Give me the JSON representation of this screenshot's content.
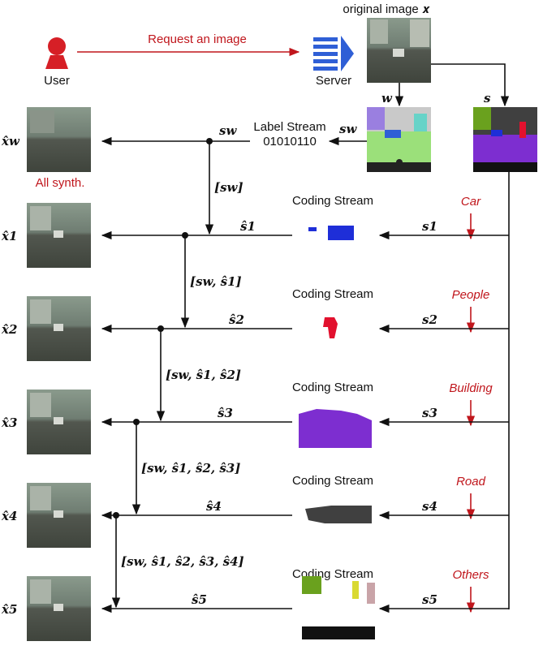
{
  "user_label": "User",
  "server_label": "Server",
  "request_label": "Request an image",
  "original_label": "original image 𝒙",
  "w_label": "𝒘",
  "s_label": "𝒔",
  "label_stream_title": "Label Stream",
  "label_stream_bits": "01010110",
  "sw_symbol": "𝒔w",
  "xw_symbol": "x̂w",
  "all_synth_label": "All synth.",
  "coding_stream_label": "Coding Stream",
  "classes": [
    {
      "name": "Car",
      "s_sym": "s1",
      "shat_sym": "ŝ1",
      "x_sym": "x̂1",
      "bracket": "[𝒔w, ŝ1]"
    },
    {
      "name": "People",
      "s_sym": "s2",
      "shat_sym": "ŝ2",
      "x_sym": "x̂2",
      "bracket": "[𝒔w, ŝ1, ŝ2]"
    },
    {
      "name": "Building",
      "s_sym": "s3",
      "shat_sym": "ŝ3",
      "x_sym": "x̂3",
      "bracket": "[𝒔w, ŝ1, ŝ2, ŝ3]"
    },
    {
      "name": "Road",
      "s_sym": "s4",
      "shat_sym": "ŝ4",
      "x_sym": "x̂4",
      "bracket": "[𝒔w, ŝ1, ŝ2, ŝ3, ŝ4]"
    },
    {
      "name": "Others",
      "s_sym": "s5",
      "shat_sym": "ŝ5",
      "x_sym": "x̂5",
      "bracket": ""
    }
  ],
  "sw_bracket": "[𝒔w]",
  "colors": {
    "red": "#c0161c",
    "server_blue": "#2f5fd6",
    "user_red": "#d61f26"
  }
}
